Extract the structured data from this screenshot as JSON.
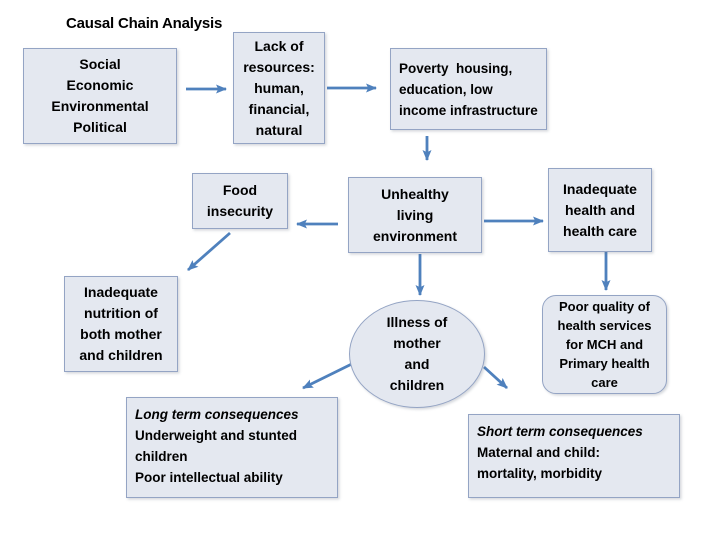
{
  "title": "Causal Chain Analysis",
  "colors": {
    "background": "#ffffff",
    "box_fill": "#e4e8f0",
    "box_border": "#94a4c4",
    "arrow": "#4f81bd",
    "text": "#000000"
  },
  "nodes": {
    "social": {
      "text": "Social\nEconomic\nEnvironmental\nPolitical"
    },
    "lack_resources": {
      "text": "Lack of\nresources:\nhuman,\nfinancial,\nnatural"
    },
    "poverty": {
      "text": "Poverty  housing,\neducation, low\nincome infrastructure"
    },
    "food_insecurity": {
      "text": "Food\ninsecurity"
    },
    "unhealthy_living": {
      "text": "Unhealthy\nliving\nenvironment"
    },
    "inadequate_health": {
      "text": "Inadequate\nhealth and\nhealth care"
    },
    "inadequate_nutrition": {
      "text": "Inadequate\nnutrition of\nboth mother\nand children"
    },
    "illness": {
      "text": "Illness of\nmother\nand\nchildren"
    },
    "poor_quality": {
      "text": "Poor quality of\nhealth services\nfor MCH and\nPrimary health\ncare"
    },
    "long_term": {
      "heading": "Long term consequences",
      "body": "Underweight and stunted\nchildren\nPoor intellectual ability"
    },
    "short_term": {
      "heading": "Short term consequences",
      "body": "Maternal and child:\nmortality, morbidity"
    }
  }
}
